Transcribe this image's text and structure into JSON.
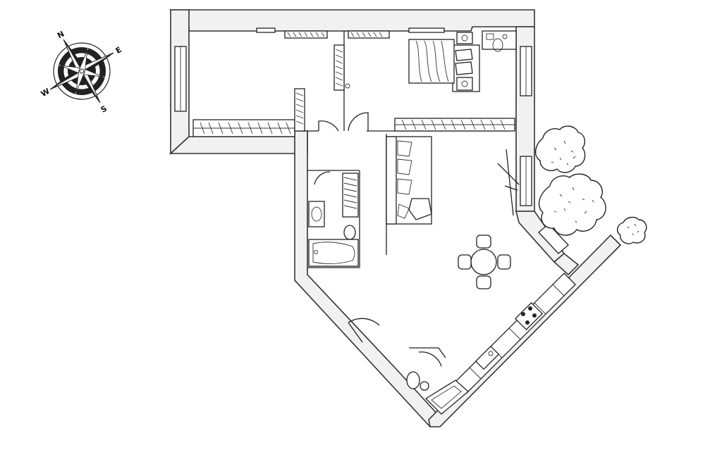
{
  "compass": {
    "north": "N",
    "east": "E",
    "south": "S",
    "west": "W"
  },
  "colors": {
    "wall_fill": "#f1f1f1",
    "line": "#222222",
    "background": "#ffffff"
  }
}
